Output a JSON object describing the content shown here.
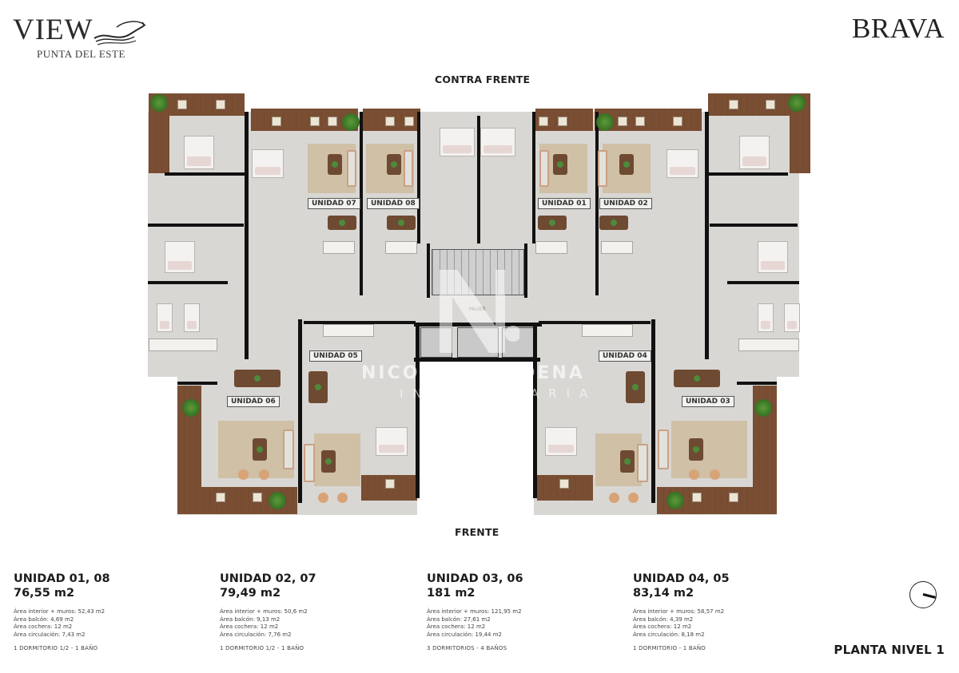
{
  "header": {
    "logo_word": "VIEW",
    "logo_sub": "PUNTA DEL ESTE",
    "brand": "BRAVA"
  },
  "plan": {
    "top_label": "CONTRA FRENTE",
    "bottom_label": "FRENTE",
    "landing_label": "PALIER",
    "watermark": {
      "letter": "N",
      "line1": "NICOLÁS CÁRDENA",
      "line2": "INMOBILIARIA"
    },
    "unit_labels": [
      {
        "id": "07",
        "text": "UNIDAD 07"
      },
      {
        "id": "08",
        "text": "UNIDAD 08"
      },
      {
        "id": "01",
        "text": "UNIDAD 01"
      },
      {
        "id": "02",
        "text": "UNIDAD 02"
      },
      {
        "id": "05",
        "text": "UNIDAD 05"
      },
      {
        "id": "04",
        "text": "UNIDAD 04"
      },
      {
        "id": "06",
        "text": "UNIDAD 06"
      },
      {
        "id": "03",
        "text": "UNIDAD 03"
      }
    ],
    "colors": {
      "deck": "#7a4e33",
      "floor": "#d9d7d4",
      "wall": "#111111",
      "rug": "#cfc0a6",
      "plant": "#3e7a27"
    }
  },
  "units": [
    {
      "title": "UNIDAD 01, 08",
      "area": "76,55 m2",
      "details": [
        "Área interior + muros: 52,43 m2",
        "Área balcón: 4,69 m2",
        "Área cochera: 12 m2",
        "Área circulación: 7,43 m2"
      ],
      "rooms": "1 DORMITORIO 1/2  -  1 BAÑO"
    },
    {
      "title": "UNIDAD 02, 07",
      "area": "79,49 m2",
      "details": [
        "Área interior + muros: 50,6 m2",
        "Área  balcón: 9,13 m2",
        "Área cochera: 12 m2",
        "Área circulación: 7,76 m2"
      ],
      "rooms": "1 DORMITORIO 1/2  -  1 BAÑO"
    },
    {
      "title": "UNIDAD 03, 06",
      "area": "181 m2",
      "details": [
        "Área interior + muros: 121,95 m2",
        "Área balcón: 27,61 m2",
        "Área cochera: 12 m2",
        "Área circulación: 19,44 m2"
      ],
      "rooms": "3 DORMITORIOS  -  4 BAÑOS"
    },
    {
      "title": "UNIDAD 04, 05",
      "area": "83,14 m2",
      "details": [
        "Área interior + muros: 58,57 m2",
        "Área balcón: 4,39 m2",
        "Área cochera: 12 m2",
        "Área circulación: 8,18 m2"
      ],
      "rooms": "1 DORMITORIO  -  1 BAÑO"
    }
  ],
  "footer": {
    "compass_icon": "north-arrow",
    "level_title": "PLANTA NIVEL 1"
  }
}
